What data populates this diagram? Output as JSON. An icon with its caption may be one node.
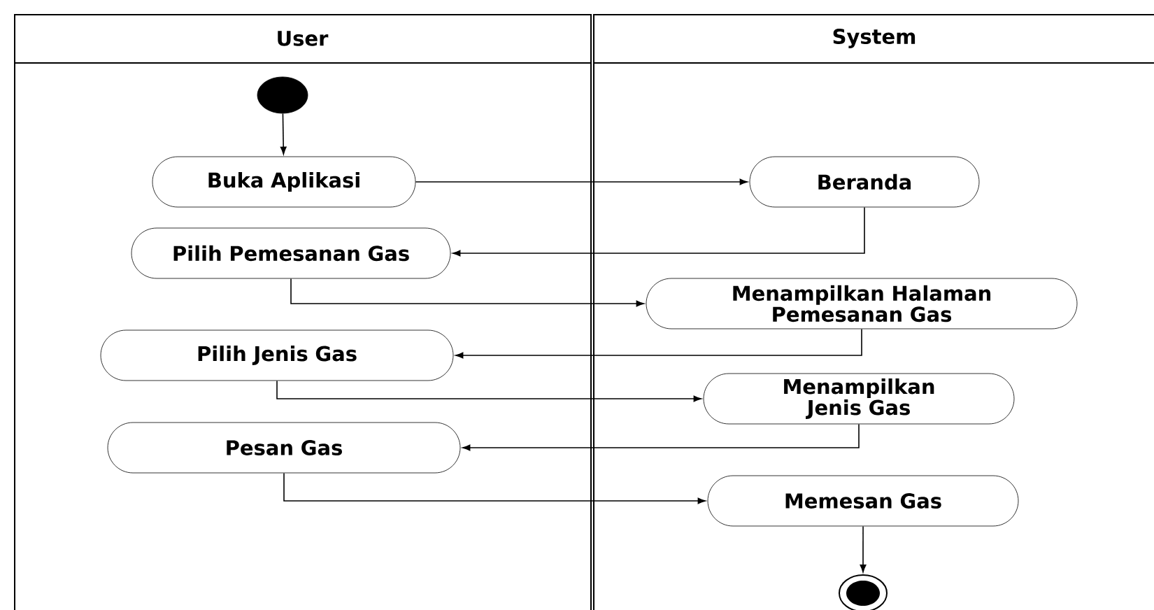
{
  "diagram": {
    "nodes": [
      {
        "text": [
          "User"
        ]
      },
      {
        "text": [
          "System"
        ]
      },
      {
        "text": [],
        "shape": "circle",
        "in": 0
      },
      {
        "text": [
          "Buka Aplikasi"
        ],
        "in": 0
      },
      {
        "text": [
          "Beranda"
        ],
        "in": 1
      },
      {
        "text": [
          "Pilih Pemesanan Gas"
        ],
        "in": 0
      },
      {
        "text": [
          "Menampilkan Halaman Pemesanan Gas"
        ],
        "in": 1
      },
      {
        "text": [
          "Pilih Jenis Gas"
        ],
        "in": 0
      },
      {
        "text": [
          "Menampilkan Jenis Gas"
        ],
        "in": 1
      },
      {
        "text": [
          "Pesan Gas"
        ],
        "in": 0
      },
      {
        "text": [
          "Memesan Gas"
        ],
        "in": 1
      },
      {
        "text": [],
        "shape": "circle",
        "in": 1
      }
    ],
    "edges": [
      {
        "from": 2,
        "to": 3,
        "arrow": "to"
      },
      {
        "from": 3,
        "to": 4,
        "arrow": "to"
      },
      {
        "from": 4,
        "to": 5,
        "arrow": "to"
      },
      {
        "from": 5,
        "to": 6,
        "arrow": "to"
      },
      {
        "from": 6,
        "to": 7,
        "arrow": "to"
      },
      {
        "from": 7,
        "to": 8,
        "arrow": "to"
      },
      {
        "from": 8,
        "to": 9,
        "arrow": "to"
      },
      {
        "from": 9,
        "to": 10,
        "arrow": "to"
      },
      {
        "from": 10,
        "to": 11,
        "arrow": "to"
      }
    ]
  }
}
